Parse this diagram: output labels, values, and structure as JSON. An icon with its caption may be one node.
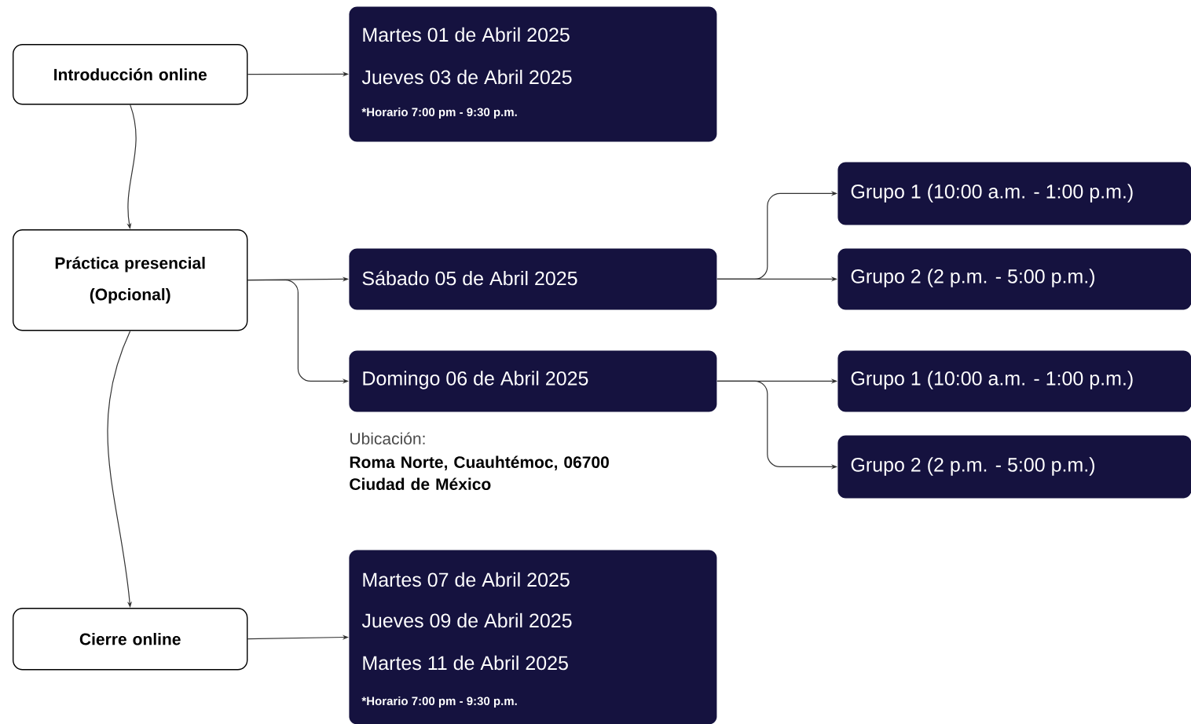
{
  "diagram": {
    "nodes": [
      {
        "text": [
          "Introducción online"
        ]
      },
      {
        "text": [
          "Martes 01 de Abril 2025",
          "Jueves 03 de Abril 2025",
          "*Horario 7:00 pm - 9:30 p.m."
        ]
      },
      {
        "text": [
          "Práctica presencial (Opcional)"
        ]
      },
      {
        "text": [
          "Sábado 05 de Abril 2025"
        ]
      },
      {
        "text": [
          "Domingo 06 de Abril 2025"
        ]
      },
      {
        "text": [
          "Grupo 1 (10:00 a.m. - 1:00 p.m.)"
        ]
      },
      {
        "text": [
          "Grupo 2 (2 p.m. - 5:00 p.m.)"
        ]
      },
      {
        "text": [
          "Grupo 1 (10:00 a.m. - 1:00 p.m.)"
        ]
      },
      {
        "text": [
          "Grupo 2 (2 p.m. - 5:00 p.m.)"
        ]
      },
      {
        "text": [
          "Cierre online"
        ]
      },
      {
        "text": [
          "Martes 07 de Abril 2025",
          "Jueves 09 de Abril 2025",
          "Martes 11 de Abril 2025",
          "*Horario 7:00 pm - 9:30 p.m."
        ]
      }
    ],
    "edges": [
      {
        "from": 0,
        "to": 1,
        "arrow": "to"
      },
      {
        "from": 0,
        "to": 2,
        "arrow": "to"
      },
      {
        "from": 2,
        "to": 3,
        "arrow": "to"
      },
      {
        "from": 2,
        "to": 4,
        "arrow": "to"
      },
      {
        "from": 2,
        "to": 9,
        "arrow": "to"
      },
      {
        "from": 3,
        "to": 5,
        "arrow": "to"
      },
      {
        "from": 3,
        "to": 6,
        "arrow": "to"
      },
      {
        "from": 4,
        "to": 7,
        "arrow": "to"
      },
      {
        "from": 4,
        "to": 8,
        "arrow": "to"
      },
      {
        "from": 9,
        "to": 10,
        "arrow": "to"
      }
    ],
    "labels": [
      "Ubicación:",
      "Roma Norte, Cuauhtémoc, 06700 Ciudad de México"
    ]
  }
}
